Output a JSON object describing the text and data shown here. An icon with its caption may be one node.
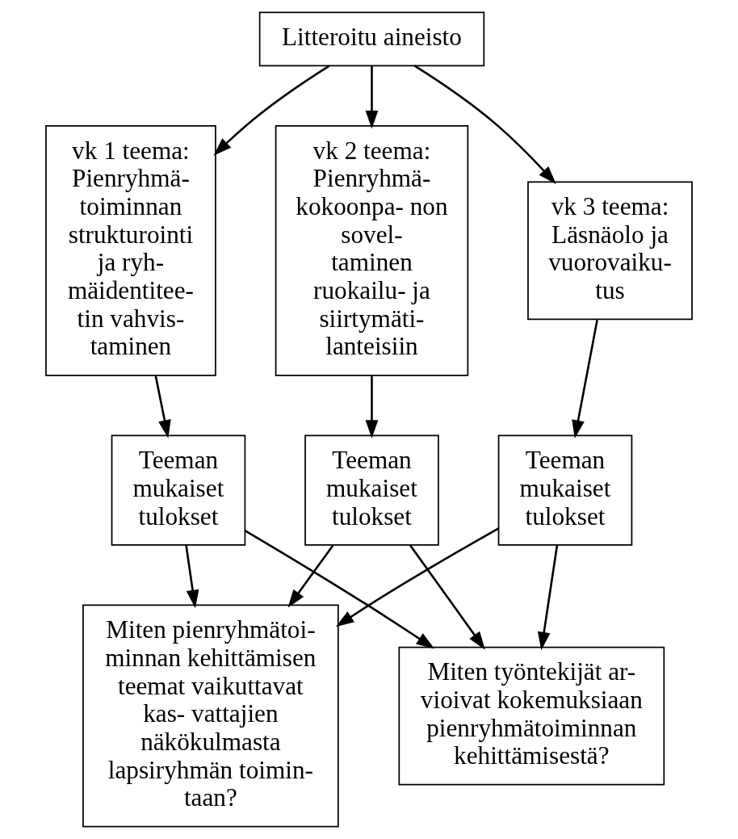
{
  "diagram": {
    "nodes": [
      {
        "text": [
          "Litteroitu aineisto"
        ]
      },
      {
        "text": [
          "vk 1 teema:",
          "Pienryhmä- toiminnan strukturointi ja ryh- mäidentitee- tin vahvis- taminen"
        ]
      },
      {
        "text": [
          "vk 2 teema:",
          "Pienryhmä- kokoonpa- non sovel- taminen ruokailu- ja siirtymäti- lanteisiin"
        ]
      },
      {
        "text": [
          "vk 3 teema:",
          "Läsnäolo ja vuorovaiku- tus"
        ]
      },
      {
        "text": [
          "Teeman mukaiset tulokset"
        ]
      },
      {
        "text": [
          "Teeman mukaiset tulokset"
        ]
      },
      {
        "text": [
          "Teeman mukaiset tulokset"
        ]
      },
      {
        "text": [
          "Miten pienryhmätoi- minnan kehittämisen teemat vaikuttavat kas- vattajien näkökulmasta lapsiryhmän toimin- taan?"
        ]
      },
      {
        "text": [
          "Miten työntekijät ar- vioivat kokemuksiaan pienryhmätoiminnan kehittämisestä?"
        ]
      }
    ],
    "edges": [
      {
        "from": 0,
        "to": 1,
        "arrow": "to"
      },
      {
        "from": 0,
        "to": 2,
        "arrow": "to"
      },
      {
        "from": 0,
        "to": 3,
        "arrow": "to"
      },
      {
        "from": 1,
        "to": 4,
        "arrow": "to"
      },
      {
        "from": 2,
        "to": 5,
        "arrow": "to"
      },
      {
        "from": 3,
        "to": 6,
        "arrow": "to"
      },
      {
        "from": 4,
        "to": 7,
        "arrow": "to"
      },
      {
        "from": 4,
        "to": 8,
        "arrow": "to"
      },
      {
        "from": 5,
        "to": 7,
        "arrow": "to"
      },
      {
        "from": 5,
        "to": 8,
        "arrow": "to"
      },
      {
        "from": 6,
        "to": 7,
        "arrow": "to"
      },
      {
        "from": 6,
        "to": 8,
        "arrow": "to"
      }
    ]
  }
}
